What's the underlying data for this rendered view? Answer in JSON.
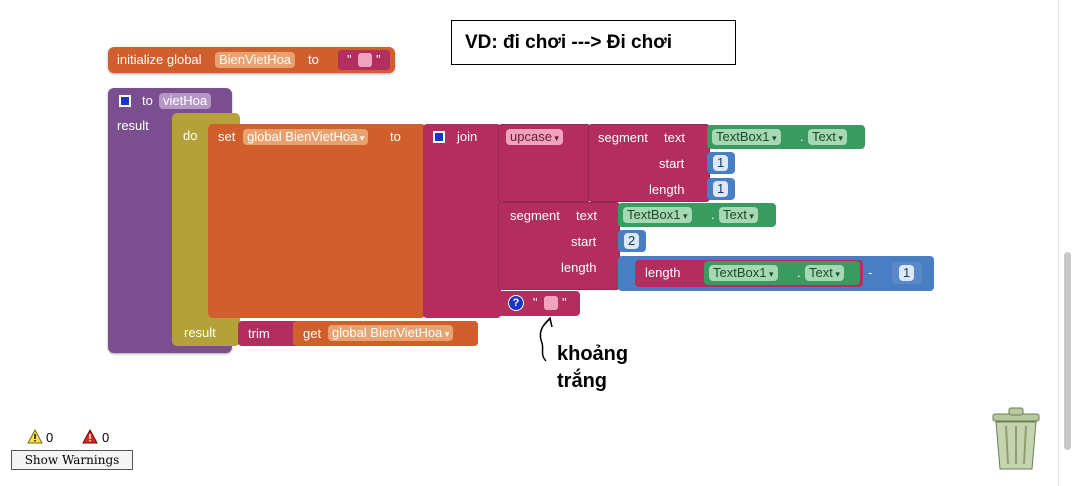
{
  "note_box": {
    "text": "VD: đi chơi ---> Đi chơi"
  },
  "init_block": {
    "keyword": "initialize global",
    "var_name": "BienVietHoa",
    "to": "to",
    "quote_left": "\"",
    "quote_right": "\""
  },
  "proc_block": {
    "to": "to",
    "name": "vietHoa",
    "result": "result",
    "do": "do",
    "result2": "result"
  },
  "set_block": {
    "keyword": "set",
    "var": "global BienVietHoa",
    "to": "to"
  },
  "join_block": {
    "keyword": "join"
  },
  "upcase_block": {
    "label": "upcase"
  },
  "segment1": {
    "keyword": "segment",
    "text": "text",
    "start": "start",
    "length": "length",
    "component": "TextBox1",
    "dot": ".",
    "prop": "Text",
    "start_val": "1",
    "length_val": "1"
  },
  "segment2": {
    "keyword": "segment",
    "text": "text",
    "start": "start",
    "length": "length",
    "component": "TextBox1",
    "dot": ".",
    "prop": "Text",
    "start_val": "2"
  },
  "length_block": {
    "keyword": "length",
    "component": "TextBox1",
    "dot": ".",
    "prop": "Text",
    "minus": "-",
    "num": "1"
  },
  "text_space": {
    "help": "?",
    "quote_left": "\"",
    "quote_right": "\""
  },
  "trim_block": {
    "keyword": "trim",
    "get": "get",
    "var": "global BienVietHoa"
  },
  "annotation": {
    "line1": "khoảng",
    "line2": "trắng"
  },
  "warnings": {
    "warn_count": "0",
    "error_count": "0",
    "button": "Show Warnings"
  },
  "colors": {
    "orange": "#d05f2d",
    "purple": "#7b4f8f",
    "olive": "#b5a13a",
    "magenta": "#b32d5e",
    "green": "#3a9b61",
    "blue": "#4a7ec2"
  }
}
